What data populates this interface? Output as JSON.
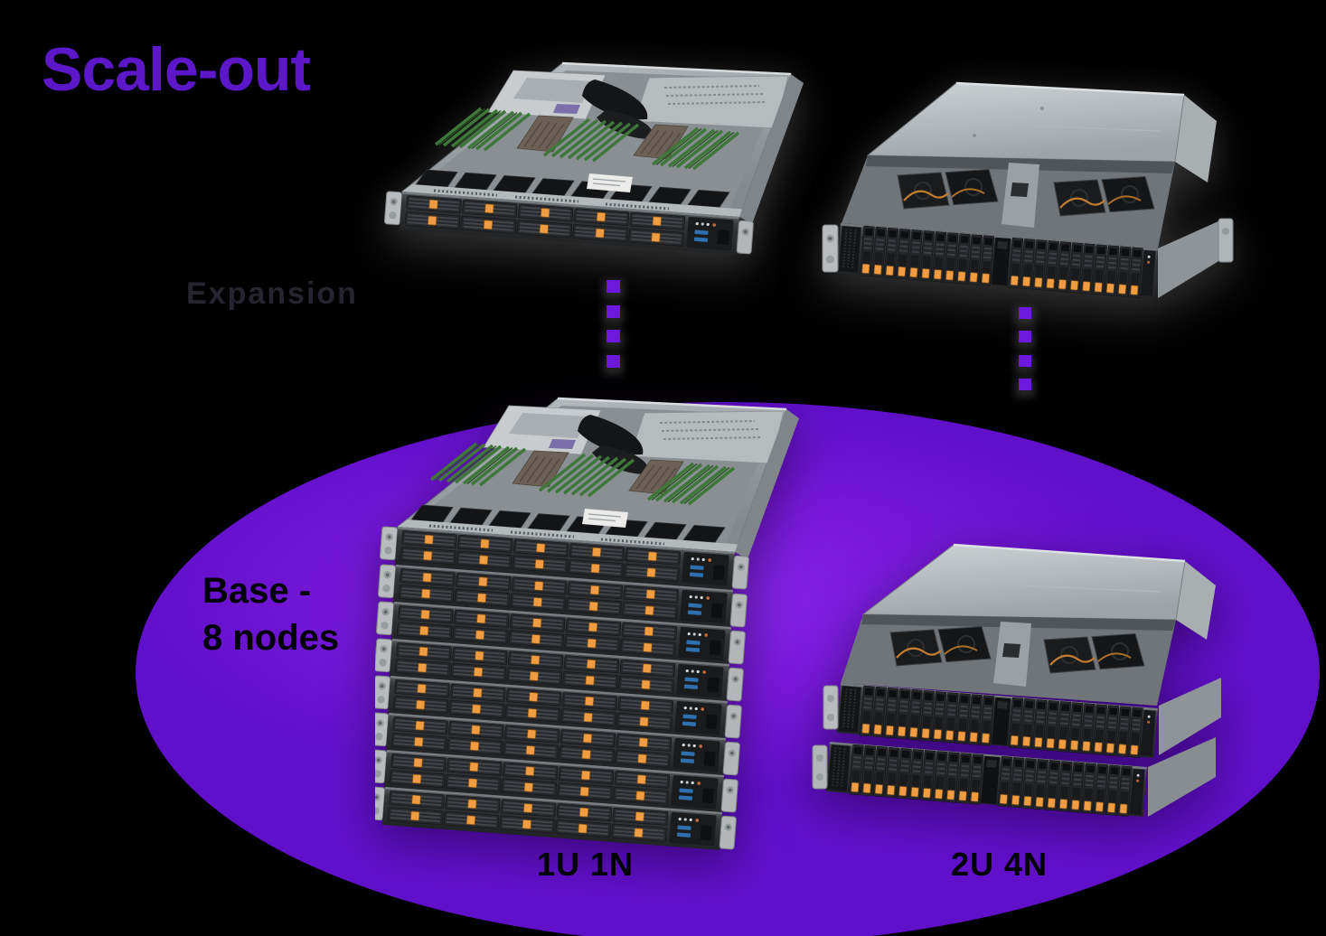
{
  "title": {
    "text": "Scale-out"
  },
  "annotations": {
    "expansion": "Expansion",
    "base_line1": "Base -",
    "base_line2": "8 nodes"
  },
  "server_labels": {
    "left_stack": "1U 1N",
    "right_stack": "2U 4N"
  },
  "connectors": {
    "left_dot_count": 4,
    "right_dot_count": 4
  },
  "colors": {
    "background": "#000000",
    "title": "#5c17c9",
    "expansion_text": "#26252f",
    "ellipse_center": "#8527e6",
    "ellipse_mid": "#7718d8",
    "ellipse_edge": "#6110ca",
    "dot": "#6d18dd",
    "base_text": "#000000",
    "drive_clip_orange": "#ef9c42",
    "chassis_gray": "#9aa0a4",
    "front_panel_dark": "#26282b",
    "pcb_green": "#3e7739"
  }
}
